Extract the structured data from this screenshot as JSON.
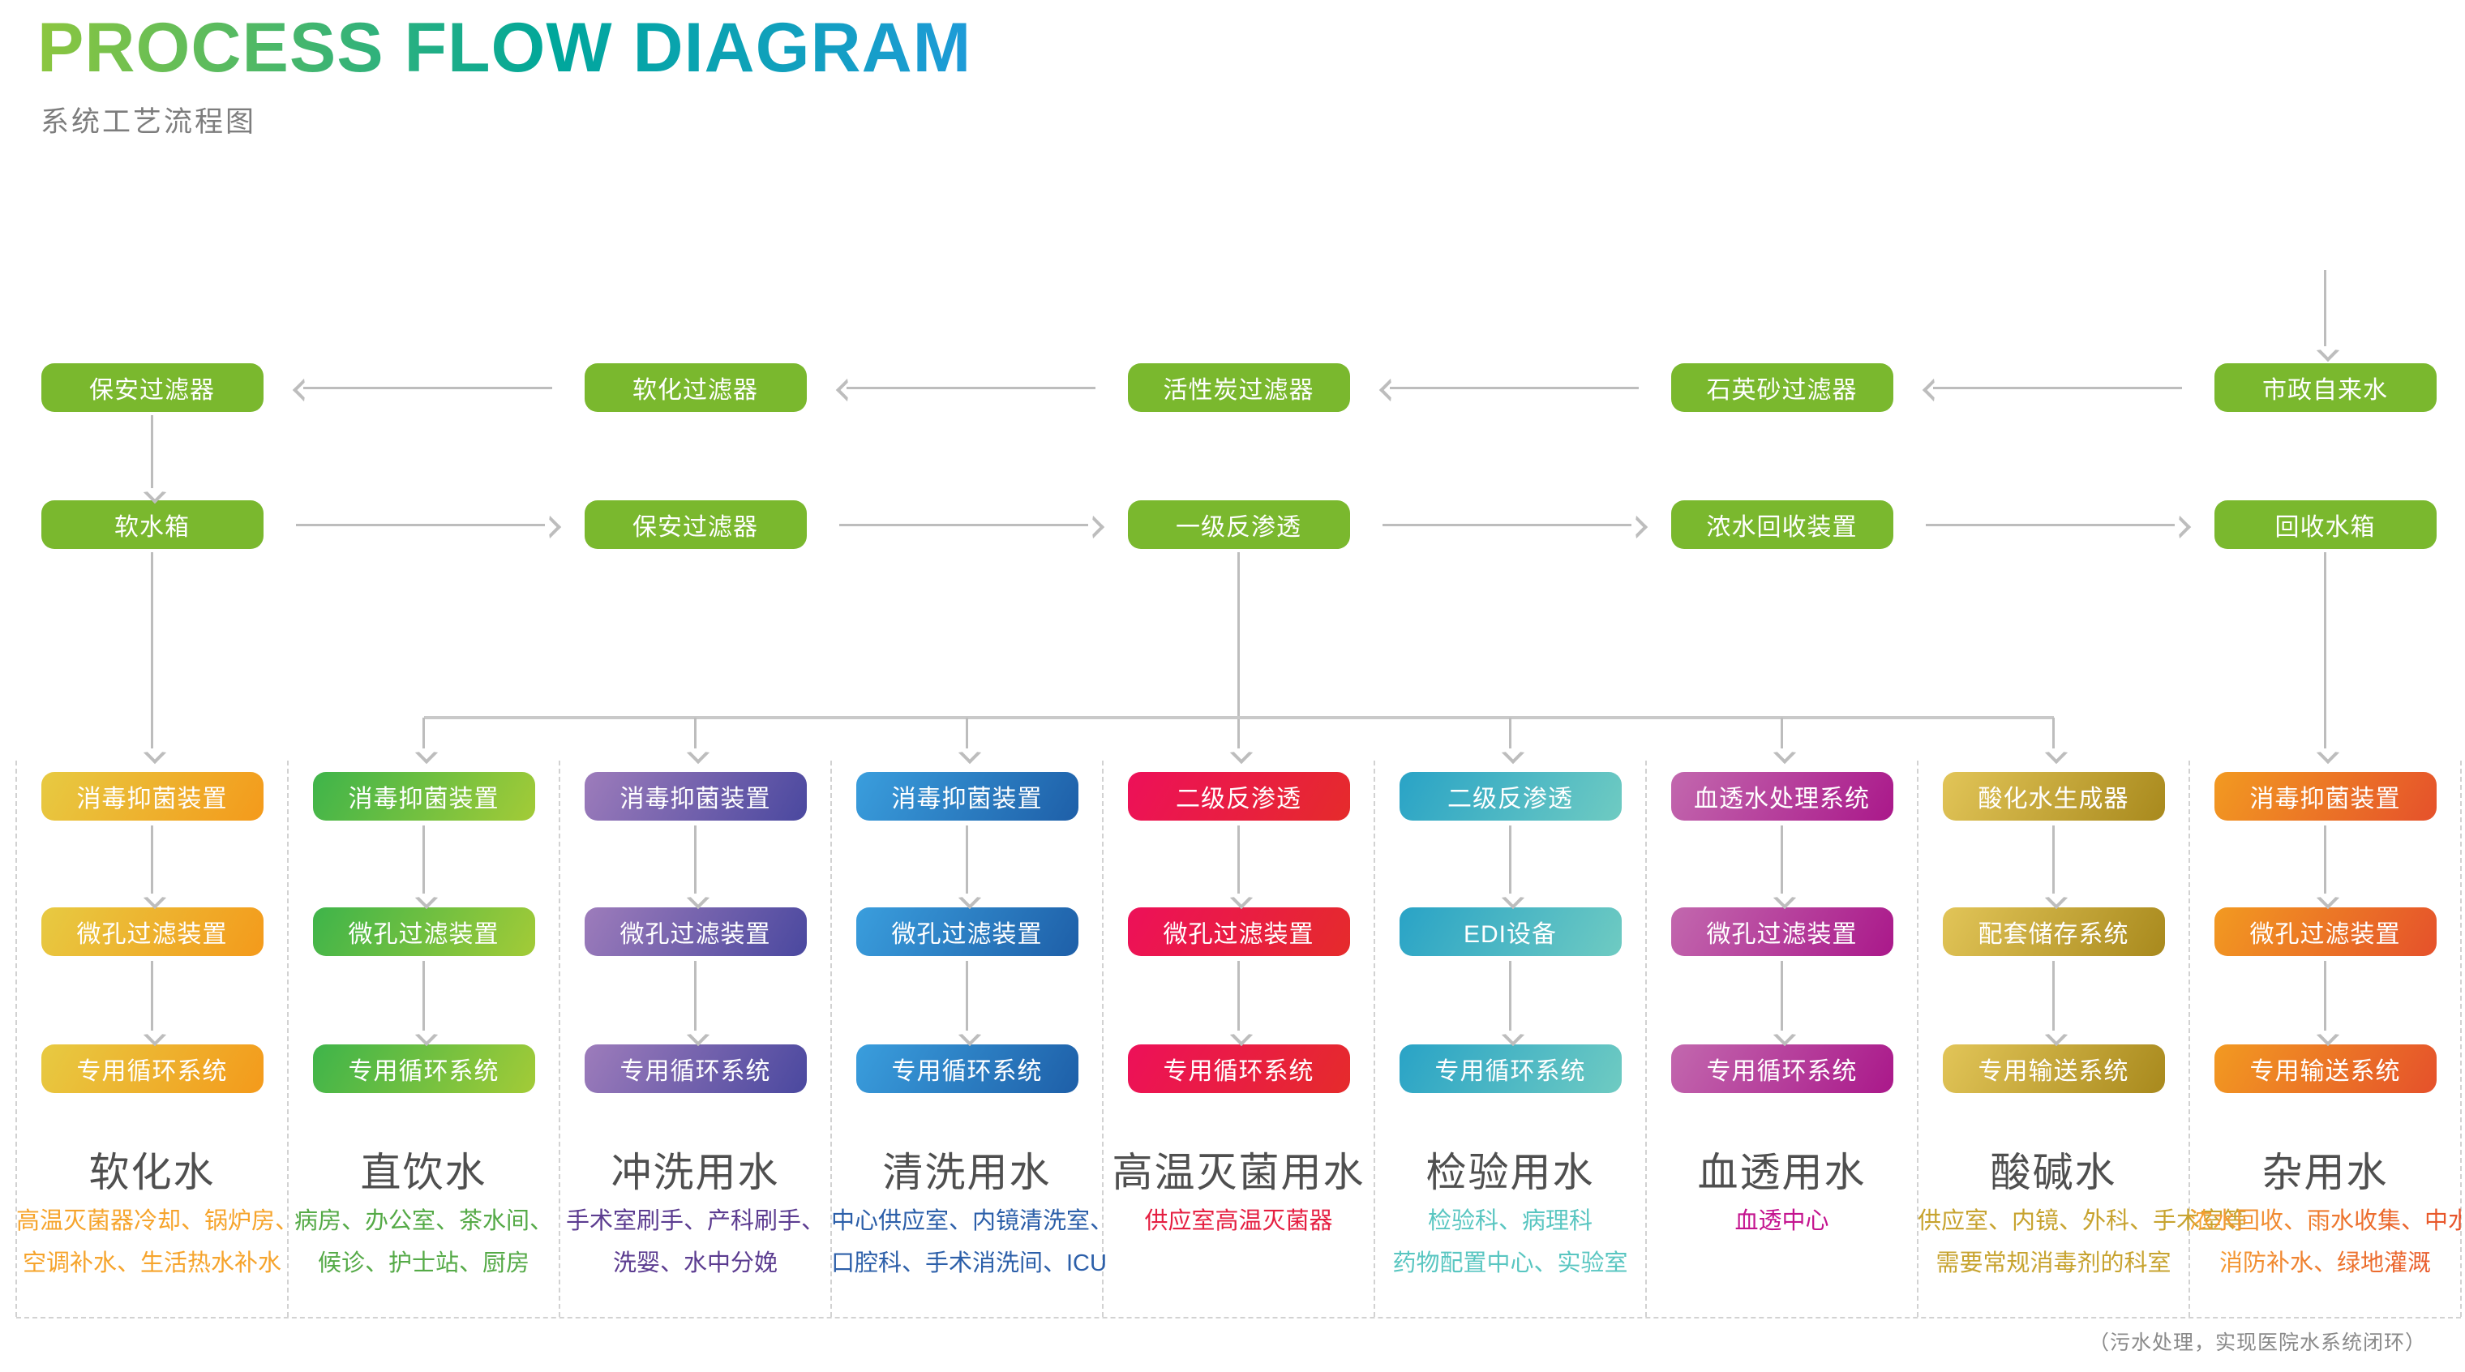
{
  "header": {
    "title": "PROCESS FLOW DIAGRAM",
    "subtitle": "系统工艺流程图",
    "title_gradient": [
      "#8cc63e",
      "#00a79b",
      "#1e9bd8"
    ],
    "subtitle_color": "#7d7d7d"
  },
  "pretreatment": {
    "box_color": "#7ab82e",
    "row1": [
      "保安过滤器",
      "软化过滤器",
      "活性炭过滤器",
      "石英砂过滤器",
      "市政自来水"
    ],
    "row1_flow": "right-to-left",
    "row2": [
      "软水箱",
      "保安过滤器",
      "一级反渗透",
      "浓水回收装置",
      "回收水箱"
    ],
    "row2_flow": "left-to-right"
  },
  "columns": [
    {
      "boxes": [
        "消毒抑菌装置",
        "微孔过滤装置",
        "专用循环系统"
      ],
      "title": "软化水",
      "desc_lines": [
        "高温灭菌器冷却、锅炉房、",
        "空调补水、生活热水补水"
      ],
      "gradient": [
        "#e7ca42",
        "#f49a1b"
      ],
      "desc_color": "#f6a42c"
    },
    {
      "boxes": [
        "消毒抑菌装置",
        "微孔过滤装置",
        "专用循环系统"
      ],
      "title": "直饮水",
      "desc_lines": [
        "病房、办公室、茶水间、",
        "候诊、护士站、厨房"
      ],
      "gradient": [
        "#3eb44a",
        "#a3cb37"
      ],
      "desc_color": "#55aa47"
    },
    {
      "boxes": [
        "消毒抑菌装置",
        "微孔过滤装置",
        "专用循环系统"
      ],
      "title": "冲洗用水",
      "desc_lines": [
        "手术室刷手、产科刷手、",
        "洗婴、水中分娩"
      ],
      "gradient": [
        "#9d7cbb",
        "#4a489f"
      ],
      "desc_color": "#5c3c90"
    },
    {
      "boxes": [
        "消毒抑菌装置",
        "微孔过滤装置",
        "专用循环系统"
      ],
      "title": "清洗用水",
      "desc_lines": [
        "中心供应室、内镜清洗室、",
        "口腔科、手术消洗间、ICU"
      ],
      "gradient": [
        "#3a9edd",
        "#1e5fa8"
      ],
      "desc_color": "#2c5fa9"
    },
    {
      "boxes": [
        "二级反渗透",
        "微孔过滤装置",
        "专用循环系统"
      ],
      "title": "高温灭菌用水",
      "desc_lines": [
        "供应室高温灭菌器"
      ],
      "gradient": [
        "#ed1059",
        "#e52b2b"
      ],
      "desc_color": "#e51f41"
    },
    {
      "boxes": [
        "二级反渗透",
        "EDI设备",
        "专用循环系统"
      ],
      "title": "检验用水",
      "desc_lines": [
        "检验科、病理科",
        "药物配置中心、实验室"
      ],
      "gradient": [
        "#29a3c6",
        "#6fcbc2"
      ],
      "desc_color": "#59c6c1"
    },
    {
      "boxes": [
        "血透水处理系统",
        "微孔过滤装置",
        "专用循环系统"
      ],
      "title": "血透用水",
      "desc_lines": [
        "血透中心"
      ],
      "gradient": [
        "#c268ae",
        "#aa188a"
      ],
      "desc_color": "#c4148f"
    },
    {
      "boxes": [
        "酸化水生成器",
        "配套储存系统",
        "专用输送系统"
      ],
      "title": "酸碱水",
      "desc_lines": [
        "供应室、内镜、外科、手术室等",
        "需要常规消毒剂的科室"
      ],
      "gradient": [
        "#e2c558",
        "#a8891d"
      ],
      "desc_color": "#c7a32f"
    },
    {
      "boxes": [
        "消毒抑菌装置",
        "微孔过滤装置",
        "专用输送系统"
      ],
      "title": "杂用水",
      "desc_lines": [
        "浓水回收、雨水收集、中水回用、",
        "消防补水、绿地灌溉"
      ],
      "gradient": [
        "#f29a21",
        "#e5512b"
      ],
      "desc_color": "#ee7b2a",
      "desc_gradient": [
        "#f5a333",
        "#e7512a"
      ]
    }
  ],
  "note": {
    "text": "（污水处理，实现医院水系统闭环）",
    "color": "#8a8a8a"
  },
  "connectors": {
    "line_color": "#bdbdbd",
    "bar_color": "#c9c9c9",
    "dash_color": "#d2d2d2"
  },
  "title_color": "#4f4f4f"
}
